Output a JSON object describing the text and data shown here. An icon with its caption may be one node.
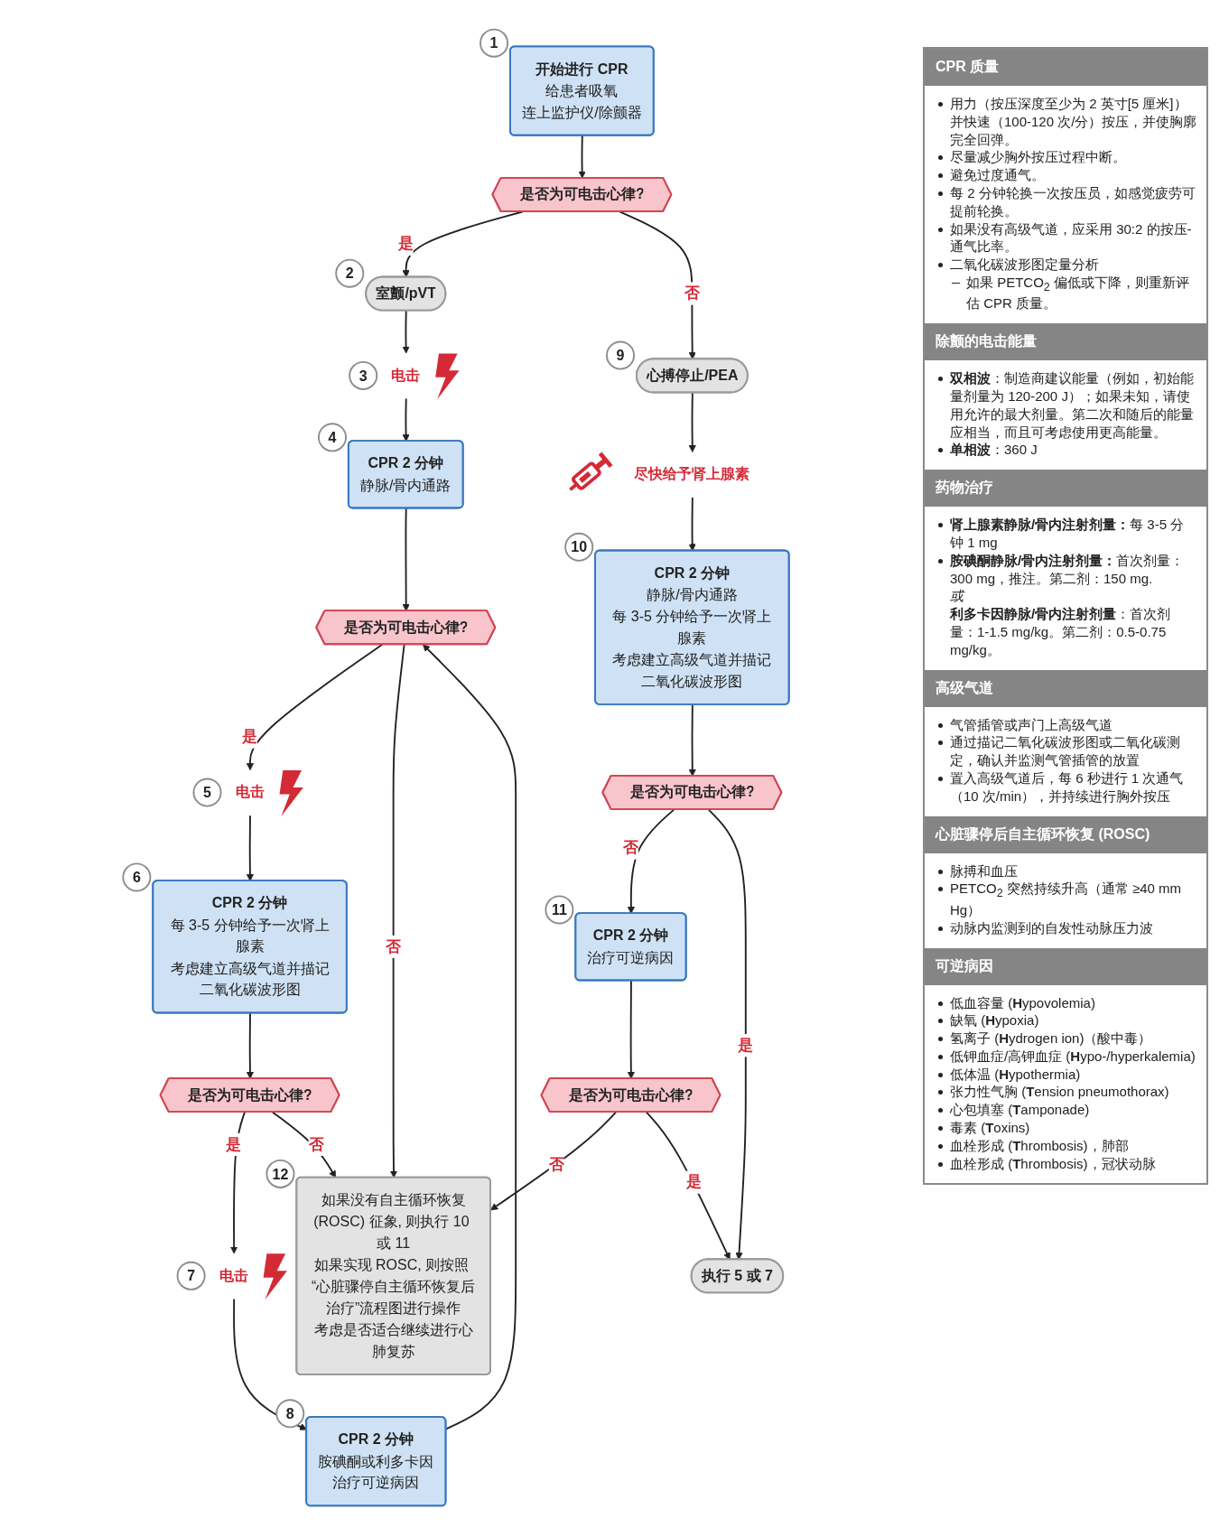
{
  "diagram": {
    "nodes": [
      {
        "text": [
          "开始进行 CPR",
          "给患者吸氧",
          "连上监护仪/除颤器"
        ],
        "beside": [
          "1"
        ]
      },
      {
        "text": [
          "是否为可电击心律?"
        ]
      },
      {
        "text": [
          "室颤/pVT"
        ],
        "beside": [
          "2"
        ]
      },
      {
        "text": [
          "心搏停止/PEA"
        ],
        "beside": [
          "9"
        ]
      },
      {
        "text": [
          "电击"
        ],
        "beside": [
          "3"
        ]
      },
      {
        "text": [
          "尽快给予肾上腺素"
        ]
      },
      {
        "text": [
          "CPR 2 分钟",
          "静脉/骨内通路"
        ],
        "beside": [
          "4"
        ]
      },
      {
        "text": [
          "CPR 2 分钟",
          "静脉/骨内通路",
          "每 3-5 分钟给予一次肾上腺素",
          "考虑建立高级气道并描记二氧化碳波形图"
        ],
        "beside": [
          "10"
        ]
      },
      {
        "text": [
          "是否为可电击心律?"
        ]
      },
      {
        "text": [
          "是否为可电击心律?"
        ]
      },
      {
        "text": [
          "电击"
        ],
        "beside": [
          "5"
        ]
      },
      {
        "text": [
          "CPR 2 分钟",
          "每 3-5 分钟给予一次肾上腺素",
          "考虑建立高级气道并描记二氧化碳波形图"
        ],
        "beside": [
          "6"
        ]
      },
      {
        "text": [
          "是否为可电击心律?"
        ]
      },
      {
        "text": [
          "电击"
        ],
        "beside": [
          "7"
        ]
      },
      {
        "text": [
          "CPR 2 分钟",
          "胺碘酮或利多卡因",
          "治疗可逆病因"
        ],
        "beside": [
          "8"
        ]
      },
      {
        "text": [
          "CPR 2 分钟",
          "治疗可逆病因"
        ],
        "beside": [
          "11"
        ]
      },
      {
        "text": [
          "是否为可电击心律?"
        ]
      },
      {
        "text": [
          "如果没有自主循环恢复(ROSC) 征象, 则执行 10 或 11",
          "如果实现 ROSC, 则按照 “心脏骤停自主循环恢复后治疗”流程图进行操作",
          "考虑是否适合继续进行心肺复苏"
        ],
        "beside": [
          "12"
        ]
      },
      {
        "text": [
          "执行 5 或 7"
        ]
      }
    ],
    "edges": [
      {
        "from": 0,
        "to": 1,
        "arrow": "to"
      },
      {
        "from": 1,
        "to": 2,
        "arrow": "to",
        "label": "是"
      },
      {
        "from": 1,
        "to": 3,
        "arrow": "to",
        "label": "否"
      },
      {
        "from": 2,
        "to": 4,
        "arrow": "to"
      },
      {
        "from": 4,
        "to": 6,
        "arrow": "to"
      },
      {
        "from": 3,
        "to": 5,
        "arrow": "to"
      },
      {
        "from": 5,
        "to": 7,
        "arrow": "to"
      },
      {
        "from": 6,
        "to": 8,
        "arrow": "to"
      },
      {
        "from": 8,
        "to": 10,
        "arrow": "to",
        "label": "是"
      },
      {
        "from": 8,
        "to": 17,
        "arrow": "to",
        "label": "否"
      },
      {
        "from": 10,
        "to": 11,
        "arrow": "to"
      },
      {
        "from": 11,
        "to": 12,
        "arrow": "to"
      },
      {
        "from": 12,
        "to": 13,
        "arrow": "to",
        "label": "是"
      },
      {
        "from": 12,
        "to": 17,
        "arrow": "to",
        "label": "否"
      },
      {
        "from": 13,
        "to": 14,
        "arrow": "to"
      },
      {
        "from": 14,
        "to": 8,
        "arrow": "to"
      },
      {
        "from": 7,
        "to": 9,
        "arrow": "to"
      },
      {
        "from": 9,
        "to": 15,
        "arrow": "to",
        "label": "否"
      },
      {
        "from": 9,
        "to": 18,
        "arrow": "to",
        "label": "是"
      },
      {
        "from": 15,
        "to": 16,
        "arrow": "to"
      },
      {
        "from": 16,
        "to": 17,
        "arrow": "to",
        "label": "否"
      },
      {
        "from": 16,
        "to": 18,
        "arrow": "to",
        "label": "是"
      }
    ],
    "labels": [
      "CPR 质量",
      "用力（按压深度至少为 2 英寸[5 厘米]）并快速（100-120 次/分）按压，并使胸廓完全回弹。",
      "尽量减少胸外按压过程中断。",
      "避免过度通气。",
      "每 2 分钟轮换一次按压员，如感觉疲劳可提前轮换。",
      "如果没有高级气道，应采用 30:2 的按压-通气比率。",
      "二氧化碳波形图定量分析",
      "如果 PETCO$_{2}$ 偏低或下降，则重新评估 CPR 质量。",
      "除颤的电击能量",
      "**双相波**：制造商建议能量（例如，初始能量剂量为 120-200 J）；如果未知，请使用允许的最大剂量。第二次和随后的能量应相当，而且可考虑使用更高能量。",
      "**单相波**：360 J",
      "药物治疗",
      "**肾上腺素静脉/骨内注射剂量：**每 3-5 分钟 1 mg",
      "**胺碘酮静脉/骨内注射剂量：**首次剂量：300 mg，推注。第二剂：150 mg.",
      "或",
      "**利多卡因静脉/骨内注射剂量**：首次剂量：1-1.5 mg/kg。第二剂：0.5-0.75 mg/kg。",
      "高级气道",
      "气管插管或声门上高级气道",
      "通过描记二氧化碳波形图或二氧化碳测定，确认并监测气管插管的放置",
      "置入高级气道后，每 6 秒进行 1 次通气（10 次/min），并持续进行胸外按压",
      "心脏骤停后自主循环恢复 (ROSC)",
      "脉搏和血压",
      "PETCO$_{2}$ 突然持续升高（通常 ≥40 mm Hg）",
      "动脉内监测到的自发性动脉压力波",
      "可逆病因",
      "低血容量 (**H**ypovolemia)",
      "缺氧 (**H**ypoxia)",
      "氢离子 (**H**ydrogen ion)（酸中毒）",
      "低钾血症/高钾血症 (**H**ypo-/hyperkalemia)",
      "低体温 (**H**ypothermia)",
      "张力性气胸 (**T**ension pneumothorax)",
      "心包填塞 (**T**amponade)",
      "毒素 (**T**oxins)",
      "血栓形成 (**T**hrombosis)，肺部",
      "血栓形成 (**T**hrombosis)，冠状动脉"
    ]
  }
}
